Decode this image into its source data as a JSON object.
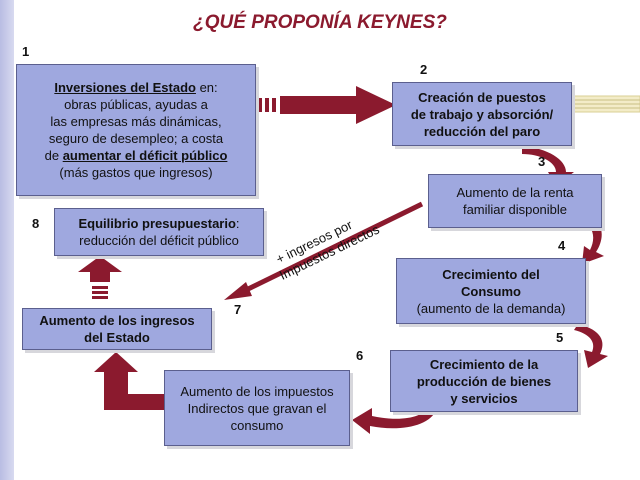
{
  "title": "¿QUÉ PROPONÍA KEYNES?",
  "steps": [
    {
      "num": "1",
      "lines": [
        "Inversiones del Estado en:",
        "obras públicas, ayudas a",
        "las empresas más dinámicas,",
        "seguro de desempleo; a costa",
        "de aumentar el déficit público",
        "(más gastos que ingresos)"
      ],
      "parts": {
        "a_bold": "Inversiones del Estado",
        "a_rest": " en:",
        "line2": "obras públicas, ayudas a",
        "line3": "las empresas más dinámicas,",
        "line4": "seguro de desempleo; a costa",
        "line5_pre": "de ",
        "line5_bold": "aumentar el déficit público",
        "line6": "(más gastos que ingresos)"
      }
    },
    {
      "num": "2",
      "line1": "Creación de puestos",
      "line2": "de trabajo y absorción/",
      "line3": "reducción del paro"
    },
    {
      "num": "3",
      "line1": "Aumento de la renta",
      "line2": "familiar disponible"
    },
    {
      "num": "4",
      "line1": "Crecimiento del",
      "line2": "Consumo",
      "line3": "(aumento de la demanda)"
    },
    {
      "num": "5",
      "line1": "Crecimiento de la",
      "line2": "producción de bienes",
      "line3": "y servicios"
    },
    {
      "num": "6",
      "line1": "Aumento de los impuestos",
      "line2": "Indirectos que gravan el",
      "line3": "consumo"
    },
    {
      "num": "7",
      "line1": "Aumento de los ingresos",
      "line2": "del Estado"
    },
    {
      "num": "8",
      "line1_bold": "Equilibrio presupuestario",
      "line1_rest": ":",
      "line2": "reducción del déficit público"
    }
  ],
  "annotation": {
    "line1": "+ ingresos por",
    "line2": "Impuestos directos"
  },
  "colors": {
    "box_fill": "#9fa8df",
    "arrow": "#8b1a2e",
    "title": "#8b1a2e"
  }
}
